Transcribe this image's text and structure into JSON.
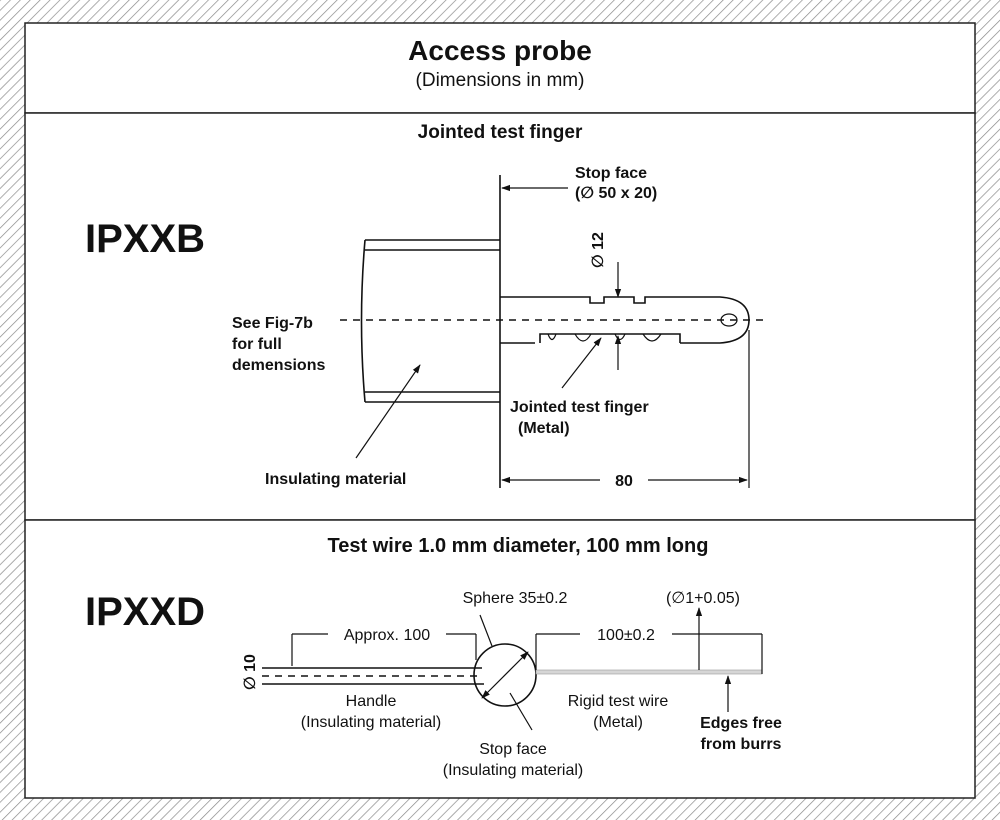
{
  "title": "Access probe",
  "subtitle": "(Dimensions in mm)",
  "ipxxb": {
    "code": "IPXXB",
    "heading": "Jointed test finger",
    "stop_face_label": "Stop face",
    "stop_face_dim": "(∅ 50 x 20)",
    "diameter": "∅ 12",
    "see_fig_lines": [
      "See Fig-7b",
      "for full",
      "demensions"
    ],
    "finger_label": "Jointed test finger",
    "finger_material": "(Metal)",
    "insulating_label": "Insulating material",
    "length": "80"
  },
  "ipxxd": {
    "code": "IPXXD",
    "heading": "Test wire 1.0 mm diameter, 100 mm long",
    "sphere_label": "Sphere 35±0.2",
    "wire_dia": "(∅1+0.05)",
    "approx_label": "Approx. 100",
    "wire_len": "100±0.2",
    "handle_dia": "∅ 10",
    "handle_label": "Handle",
    "handle_material": "(Insulating material)",
    "rigid_label": "Rigid test wire",
    "rigid_material": "(Metal)",
    "stop_face_label": "Stop face",
    "stop_face_material": "(Insulating material)",
    "edges_line1": "Edges free",
    "edges_line2": "from burrs"
  }
}
